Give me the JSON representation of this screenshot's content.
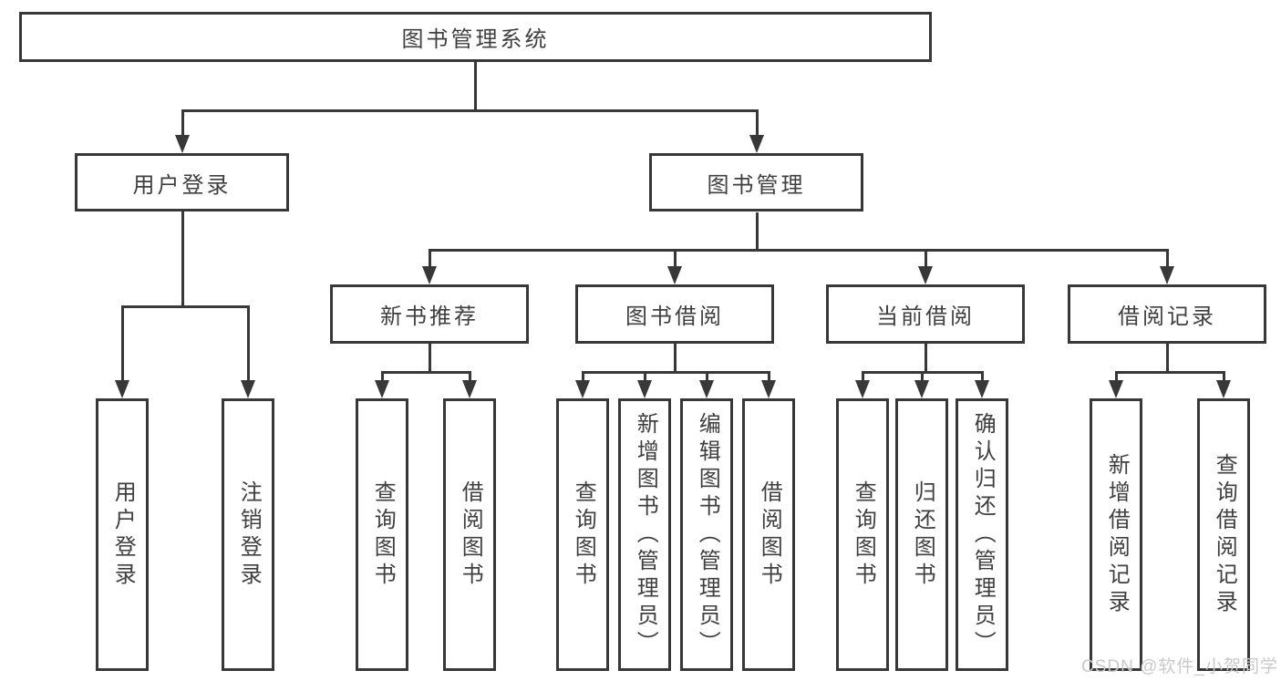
{
  "diagram": {
    "root": {
      "label": "图书管理系统"
    },
    "branches": [
      {
        "label": "用户登录",
        "children": [
          {
            "label": "用户登录"
          },
          {
            "label": "注销登录"
          }
        ]
      },
      {
        "label": "图书管理",
        "children": [
          {
            "label": "新书推荐",
            "children": [
              {
                "label": "查询图书"
              },
              {
                "label": "借阅图书"
              }
            ]
          },
          {
            "label": "图书借阅",
            "children": [
              {
                "label": "查询图书"
              },
              {
                "label": "新增图书（管理员）"
              },
              {
                "label": "编辑图书（管理员）"
              },
              {
                "label": "借阅图书"
              }
            ]
          },
          {
            "label": "当前借阅",
            "children": [
              {
                "label": "查询图书"
              },
              {
                "label": "归还图书"
              },
              {
                "label": "确认归还（管理员）"
              }
            ]
          },
          {
            "label": "借阅记录",
            "children": [
              {
                "label": "新增借阅记录"
              },
              {
                "label": "查询借阅记录"
              }
            ]
          }
        ]
      }
    ]
  },
  "watermark": {
    "text": "CSDN @软件_小贺同学"
  },
  "colors": {
    "line": "#383838",
    "text": "#3f3f3f",
    "watermark": "#c9c9c9",
    "background": "#ffffff"
  }
}
